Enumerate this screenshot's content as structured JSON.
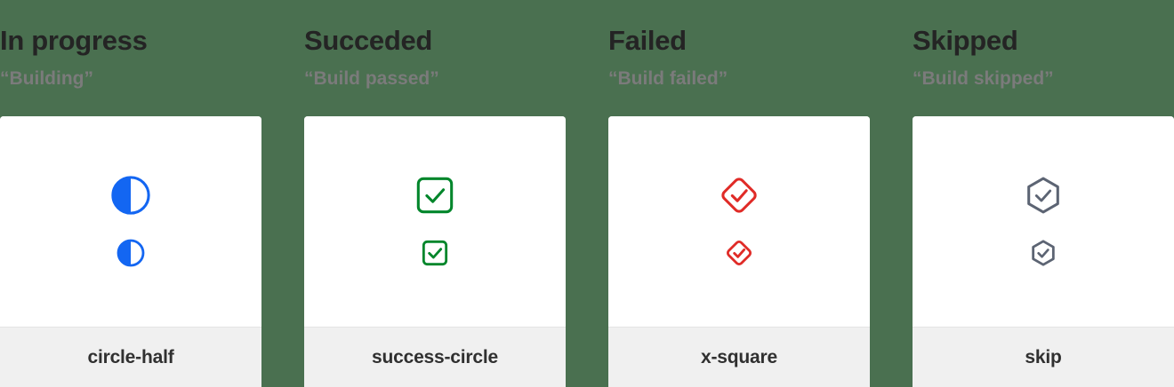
{
  "page": {
    "background_color": "#4a7050",
    "card_background": "#ffffff",
    "footer_background": "#f0f0f0"
  },
  "columns": [
    {
      "title": "In progress",
      "subtitle": "“Building”",
      "icon_name": "circle-half-icon",
      "icon_label": "circle-half",
      "color": "#1366f2"
    },
    {
      "title": "Succeded",
      "subtitle": "“Build passed”",
      "icon_name": "success-circle-icon",
      "icon_label": "success-circle",
      "color": "#00862b"
    },
    {
      "title": "Failed",
      "subtitle": "“Build failed”",
      "icon_name": "x-square-icon",
      "icon_label": "x-square",
      "color": "#e02b27"
    },
    {
      "title": "Skipped",
      "subtitle": "“Build skipped”",
      "icon_name": "skip-icon",
      "icon_label": "skip",
      "color": "#5c6473"
    }
  ]
}
